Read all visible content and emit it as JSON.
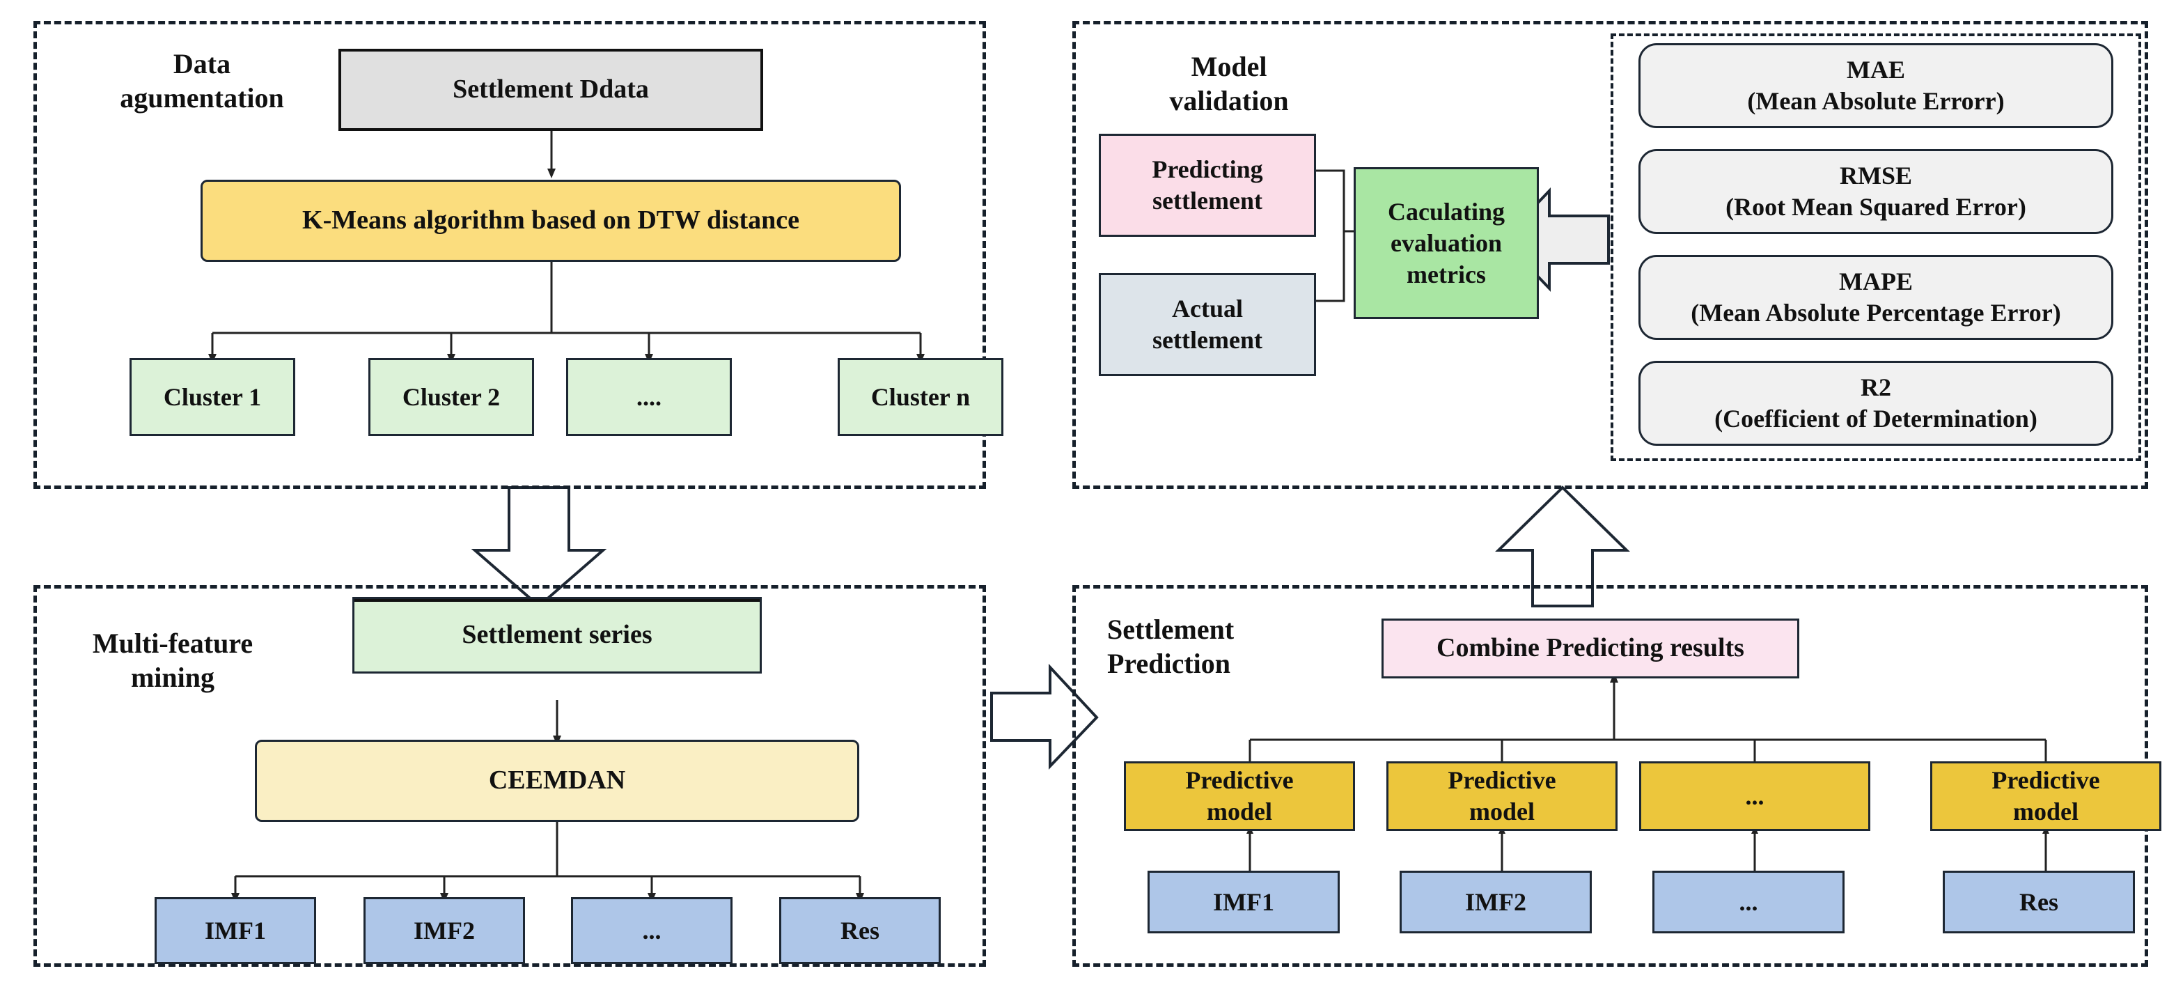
{
  "diagram": {
    "title_note": "Settlement prediction framework flowchart",
    "panels": {
      "data_augmentation": {
        "caption": "Data\nagumentation",
        "source_box": "Settlement Ddata",
        "algorithm_box": "K-Means algorithm based on DTW distance",
        "clusters": [
          "Cluster 1",
          "Cluster 2",
          "....",
          "Cluster n"
        ]
      },
      "multi_feature_mining": {
        "caption": "Multi-feature\nmining",
        "series_box": "Settlement series",
        "decomposition_box": "CEEMDAN",
        "components": [
          "IMF1",
          "IMF2",
          "...",
          "Res"
        ]
      },
      "settlement_prediction": {
        "caption": "Settlement\nPrediction",
        "combine_box": "Combine Predicting results",
        "models": [
          "Predictive\nmodel",
          "Predictive\nmodel",
          "...",
          "Predictive\nmodel"
        ],
        "inputs": [
          "IMF1",
          "IMF2",
          "...",
          "Res"
        ]
      },
      "model_validation": {
        "caption": "Model\nvalidation",
        "predicting_box": "Predicting\nsettlement",
        "actual_box": "Actual\nsettlement",
        "calculating_box": "Caculating\nevaluation\nmetrics",
        "metrics": [
          {
            "abbr": "MAE",
            "full": "(Mean Absolute Errorr)"
          },
          {
            "abbr": "RMSE",
            "full": "(Root Mean Squared Error)"
          },
          {
            "abbr": "MAPE",
            "full": "(Mean Absolute Percentage Error)"
          },
          {
            "abbr": "R2",
            "full": "(Coefficient of Determination)"
          }
        ]
      }
    },
    "colors": {
      "outline": "#16202b",
      "grey_box": "#e0e0e0",
      "yellow_box": "#fbdd7e",
      "cream_box": "#faefc4",
      "green_light": "#dcf2d8",
      "green_mid": "#a9e6a3",
      "blue_box": "#aec6e8",
      "pink_box": "#fbdde8",
      "slate_box": "#dde4ea",
      "soft_grey": "#f1f1f1",
      "gold_box": "#ecc63c"
    }
  }
}
